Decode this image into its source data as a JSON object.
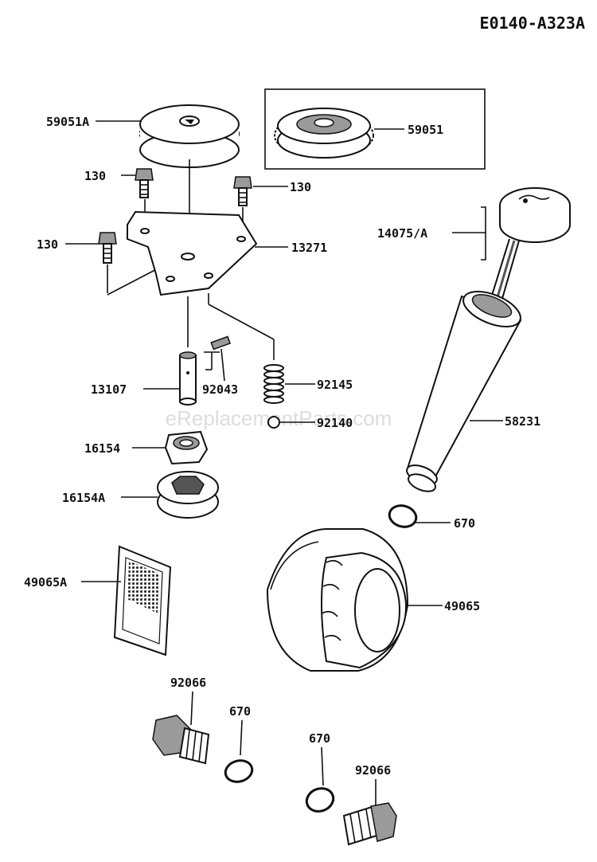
{
  "diagram_code": "E0140-A323A",
  "watermark": "eReplacementParts.com",
  "callouts": {
    "gear_a": "59051A",
    "gear_boxed": "59051",
    "bolt_top": "130",
    "bolt_right": "130",
    "bolt_left": "130",
    "plate": "13271",
    "dipstick": "14075/A",
    "shaft": "13107",
    "pin": "92043",
    "spring": "92145",
    "ball": "92140",
    "tube": "58231",
    "rotor_inner": "16154",
    "rotor_outer": "16154A",
    "oring_tube": "670",
    "screen": "49065A",
    "filter": "49065",
    "plug_left": "92066",
    "oring_left": "670",
    "oring_right": "670",
    "plug_right": "92066"
  },
  "icons": [
    "gear-icon",
    "bolt-icon",
    "plate-icon",
    "shaft-icon",
    "spring-icon",
    "filter-icon",
    "o-ring-icon",
    "drain-plug-icon",
    "dipstick-icon",
    "screen-icon"
  ]
}
